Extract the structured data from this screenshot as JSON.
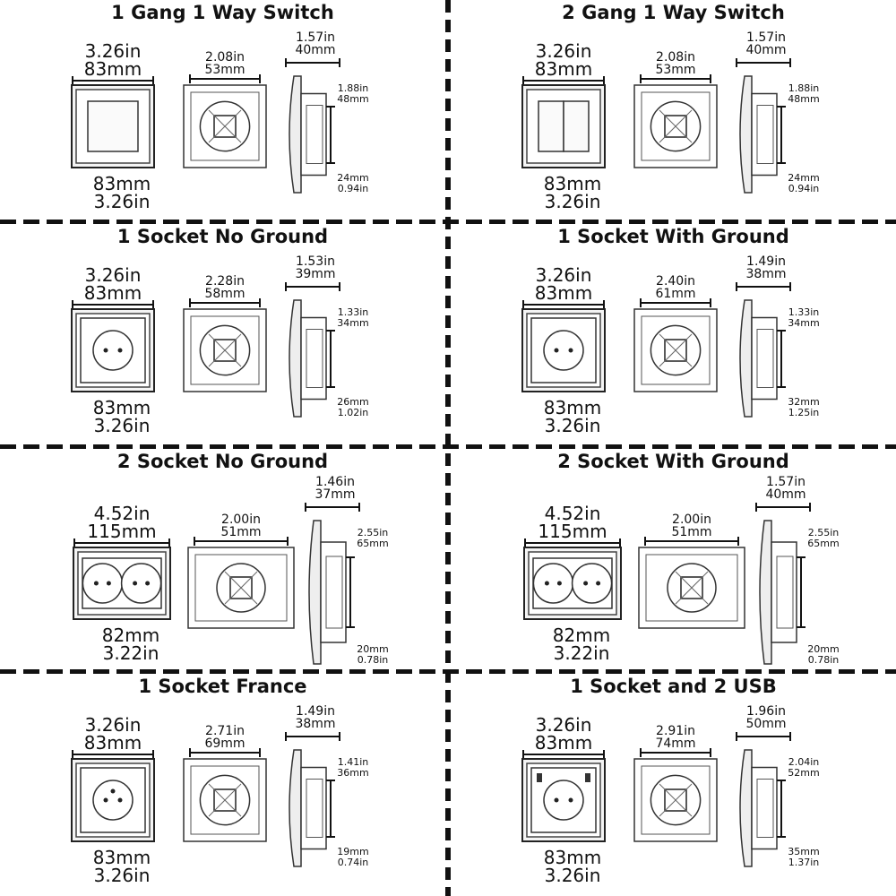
{
  "panels": [
    {
      "title": "1 Gang 1 Way Switch",
      "front_w": "3.26in",
      "front_w_mm": "83mm",
      "front_h_mm": "83mm",
      "front_h": "3.26in",
      "mech_w": "2.08in",
      "mech_w_mm": "53mm",
      "depth": "1.57in",
      "depth_mm": "40mm",
      "inner": "1.88in",
      "inner_mm": "48mm",
      "back_mm": "24mm",
      "back": "0.94in",
      "front_type": "switch1"
    },
    {
      "title": "2 Gang 1 Way Switch",
      "front_w": "3.26in",
      "front_w_mm": "83mm",
      "front_h_mm": "83mm",
      "front_h": "3.26in",
      "mech_w": "2.08in",
      "mech_w_mm": "53mm",
      "depth": "1.57in",
      "depth_mm": "40mm",
      "inner": "1.88in",
      "inner_mm": "48mm",
      "back_mm": "24mm",
      "back": "0.94in",
      "front_type": "switch2"
    },
    {
      "title": "1 Socket  No Ground",
      "front_w": "3.26in",
      "front_w_mm": "83mm",
      "front_h_mm": "83mm",
      "front_h": "3.26in",
      "mech_w": "2.28in",
      "mech_w_mm": "58mm",
      "depth": "1.53in",
      "depth_mm": "39mm",
      "inner": "1.33in",
      "inner_mm": "34mm",
      "back_mm": "26mm",
      "back": "1.02in",
      "front_type": "socket"
    },
    {
      "title": "1 Socket  With Ground",
      "front_w": "3.26in",
      "front_w_mm": "83mm",
      "front_h_mm": "83mm",
      "front_h": "3.26in",
      "mech_w": "2.40in",
      "mech_w_mm": "61mm",
      "depth": "1.49in",
      "depth_mm": "38mm",
      "inner": "1.33in",
      "inner_mm": "34mm",
      "back_mm": "32mm",
      "back": "1.25in",
      "front_type": "socketg"
    },
    {
      "title": "2 Socket  No Ground",
      "front_w": "4.52in",
      "front_w_mm": "115mm",
      "front_h_mm": "82mm",
      "front_h": "3.22in",
      "mech_w": "2.00in",
      "mech_w_mm": "51mm",
      "depth": "1.46in",
      "depth_mm": "37mm",
      "inner": "2.55in",
      "inner_mm": "65mm",
      "back_mm": "20mm",
      "back": "0.78in",
      "front_type": "double"
    },
    {
      "title": "2 Socket  With Ground",
      "front_w": "4.52in",
      "front_w_mm": "115mm",
      "front_h_mm": "82mm",
      "front_h": "3.22in",
      "mech_w": "2.00in",
      "mech_w_mm": "51mm",
      "depth": "1.57in",
      "depth_mm": "40mm",
      "inner": "2.55in",
      "inner_mm": "65mm",
      "back_mm": "20mm",
      "back": "0.78in",
      "front_type": "doubleg"
    },
    {
      "title": "1 Socket France",
      "front_w": "3.26in",
      "front_w_mm": "83mm",
      "front_h_mm": "83mm",
      "front_h": "3.26in",
      "mech_w": "2.71in",
      "mech_w_mm": "69mm",
      "depth": "1.49in",
      "depth_mm": "38mm",
      "inner": "1.41in",
      "inner_mm": "36mm",
      "back_mm": "19mm",
      "back": "0.74in",
      "front_type": "france"
    },
    {
      "title": "1 Socket and 2 USB",
      "front_w": "3.26in",
      "front_w_mm": "83mm",
      "front_h_mm": "83mm",
      "front_h": "3.26in",
      "mech_w": "2.91in",
      "mech_w_mm": "74mm",
      "depth": "1.96in",
      "depth_mm": "50mm",
      "inner": "2.04in",
      "inner_mm": "52mm",
      "back_mm": "35mm",
      "back": "1.37in",
      "front_type": "usb"
    }
  ]
}
